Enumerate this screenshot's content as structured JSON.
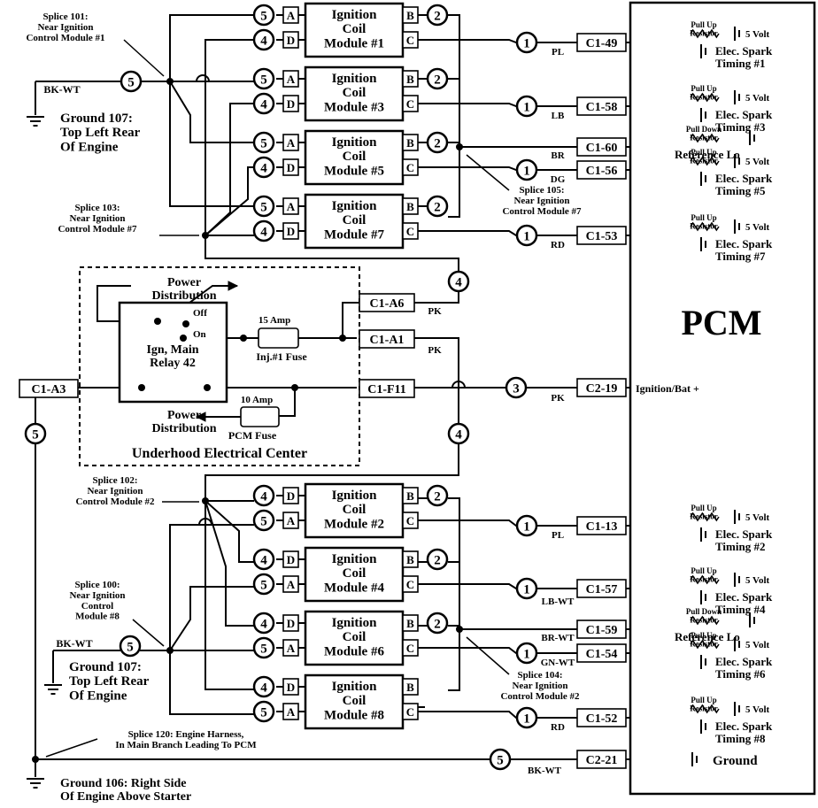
{
  "pcm": {
    "label": "PCM"
  },
  "modules": [
    {
      "id": "m1",
      "label": "Ignition\nCoil\nModule #1",
      "left": [
        {
          "pin": "A",
          "wire": "5"
        },
        {
          "pin": "D",
          "wire": "4"
        }
      ],
      "right": [
        {
          "pin": "B",
          "wire": "2"
        },
        {
          "pin": "C",
          "wire": ""
        }
      ]
    },
    {
      "id": "m3",
      "label": "Ignition\nCoil\nModule #3",
      "left": [
        {
          "pin": "A",
          "wire": "5"
        },
        {
          "pin": "D",
          "wire": "4"
        }
      ],
      "right": [
        {
          "pin": "B",
          "wire": "2"
        },
        {
          "pin": "C",
          "wire": ""
        }
      ]
    },
    {
      "id": "m5",
      "label": "Ignition\nCoil\nModule #5",
      "left": [
        {
          "pin": "A",
          "wire": "5"
        },
        {
          "pin": "D",
          "wire": "4"
        }
      ],
      "right": [
        {
          "pin": "B",
          "wire": "2"
        },
        {
          "pin": "C",
          "wire": ""
        }
      ]
    },
    {
      "id": "m7",
      "label": "Ignition\nCoil\nModule #7",
      "left": [
        {
          "pin": "A",
          "wire": "5"
        },
        {
          "pin": "D",
          "wire": "4"
        }
      ],
      "right": [
        {
          "pin": "B",
          "wire": "2"
        },
        {
          "pin": "C",
          "wire": ""
        }
      ]
    },
    {
      "id": "m2",
      "label": "Ignition\nCoil\nModule #2",
      "left": [
        {
          "pin": "D",
          "wire": "4"
        },
        {
          "pin": "A",
          "wire": "5"
        }
      ],
      "right": [
        {
          "pin": "B",
          "wire": "2"
        },
        {
          "pin": "C",
          "wire": ""
        }
      ]
    },
    {
      "id": "m4",
      "label": "Ignition\nCoil\nModule #4",
      "left": [
        {
          "pin": "D",
          "wire": "4"
        },
        {
          "pin": "A",
          "wire": "5"
        }
      ],
      "right": [
        {
          "pin": "B",
          "wire": "2"
        },
        {
          "pin": "C",
          "wire": ""
        }
      ]
    },
    {
      "id": "m6",
      "label": "Ignition\nCoil\nModule #6",
      "left": [
        {
          "pin": "D",
          "wire": "4"
        },
        {
          "pin": "A",
          "wire": "5"
        }
      ],
      "right": [
        {
          "pin": "B",
          "wire": "2"
        },
        {
          "pin": "C",
          "wire": ""
        }
      ]
    },
    {
      "id": "m8",
      "label": "Ignition\nCoil\nModule #8",
      "left": [
        {
          "pin": "D",
          "wire": "4"
        },
        {
          "pin": "A",
          "wire": "5"
        }
      ],
      "right": [
        {
          "pin": "B",
          "wire": ""
        },
        {
          "pin": "C",
          "wire": ""
        }
      ]
    }
  ],
  "timing_circuits": [
    {
      "wire": "1",
      "color": "PL",
      "pin": "C1-49",
      "circuit": "Elec. Spark\nTiming #1",
      "pull": "Pull Up\nResistor",
      "voltage": "5 Volt"
    },
    {
      "wire": "1",
      "color": "LB",
      "pin": "C1-58",
      "circuit": "Elec. Spark\nTiming #3",
      "pull": "Pull Up\nResistor",
      "voltage": "5 Volt"
    },
    {
      "wire": "1",
      "color": "DG",
      "pin": "C1-56",
      "circuit": "Elec. Spark\nTiming #5",
      "pull": "Pull Up\nResistor",
      "voltage": "5 Volt"
    },
    {
      "wire": "1",
      "color": "RD",
      "pin": "C1-53",
      "circuit": "Elec. Spark\nTiming #7",
      "pull": "Pull Up\nResistor",
      "voltage": "5 Volt"
    },
    {
      "wire": "1",
      "color": "PL",
      "pin": "C1-13",
      "circuit": "Elec. Spark\nTiming #2",
      "pull": "Pull Up\nResistor",
      "voltage": "5 Volt"
    },
    {
      "wire": "1",
      "color": "LB-WT",
      "pin": "C1-57",
      "circuit": "Elec. Spark\nTiming #4",
      "pull": "Pull Up\nResistor",
      "voltage": "5 Volt"
    },
    {
      "wire": "1",
      "color": "GN-WT",
      "pin": "C1-54",
      "circuit": "Elec. Spark\nTiming #6",
      "pull": "Pull Up\nResistor",
      "voltage": "5 Volt"
    },
    {
      "wire": "1",
      "color": "RD",
      "pin": "C1-52",
      "circuit": "Elec. Spark\nTiming #8",
      "pull": "Pull Up\nResistor",
      "voltage": "5 Volt"
    }
  ],
  "reference_circuits": [
    {
      "color": "BR",
      "pin": "C1-60",
      "label": "Reference Lo",
      "pull": "Pull Down\nResistor"
    },
    {
      "color": "BR-WT",
      "pin": "C1-59",
      "label": "Reference Lo",
      "pull": "Pull Down\nResistor"
    }
  ],
  "power": {
    "wire": "3",
    "color": "PK",
    "pin": "C2-19",
    "label": "Ignition/Bat +"
  },
  "ground_pcm": {
    "wire": "5",
    "color": "BK-WT",
    "pin": "C2-21",
    "label": "Ground"
  },
  "splices": {
    "s101": "Splice 101:\nNear Ignition\nControl Module #1",
    "s103": "Splice 103:\nNear Ignition\nControl Module #7",
    "s105": "Splice 105:\nNear Ignition\nControl Module #7",
    "s102": "Splice 102:\nNear Ignition\nControl Module #2",
    "s100": "Splice 100:\nNear Ignition\nControl\nModule #8",
    "s104": "Splice 104:\nNear Ignition\nControl Module #2",
    "s120": "Splice 120: Engine Harness,\nIn Main Branch Leading To PCM"
  },
  "grounds": {
    "g107_top": "Ground 107:\nTop Left Rear\nOf Engine",
    "g107_bottom": "Ground 107:\nTop Left Rear\nOf Engine",
    "g106": "Ground 106: Right Side\nOf Engine Above Starter"
  },
  "ground_wires": {
    "top": {
      "color": "BK-WT",
      "wire": "5"
    },
    "bottom": {
      "color": "BK-WT",
      "wire": "5"
    }
  },
  "uec": {
    "title": "Underhood Electrical Center",
    "power_dist_top": "Power\nDistribution",
    "power_dist_bottom": "Power\nDistribution",
    "relay": "Ign, Main\nRelay 42",
    "off": "Off",
    "on": "On",
    "fuse15": "15 Amp",
    "fuse15_name": "Inj.#1 Fuse",
    "fuse10": "10 Amp",
    "fuse10_name": "PCM Fuse",
    "pin_a6": "C1-A6",
    "pin_a1": "C1-A1",
    "pin_f11": "C1-F11",
    "pin_a3": "C1-A3",
    "color_a6": "PK",
    "color_a1": "PK",
    "wire_a6": "4",
    "wire_a1": "4",
    "wire_a3": "5"
  }
}
